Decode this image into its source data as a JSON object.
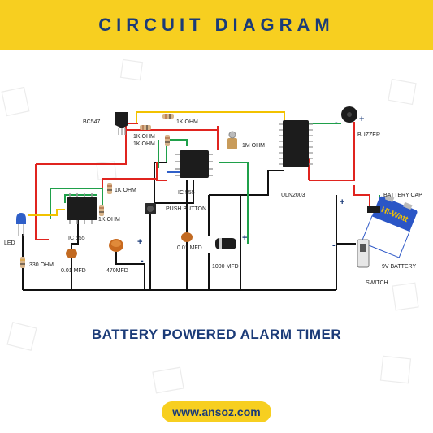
{
  "header": {
    "title": "CIRCUIT DIAGRAM",
    "color": "#f7cf20"
  },
  "subtitle": "BATTERY POWERED ALARM TIMER",
  "footer": {
    "link": "www.ansoz.com"
  },
  "labels": {
    "bc547": "BC547",
    "r1k_a": "1K OHM",
    "r1k_b": "1K OHM",
    "r1k_c": "1K OHM",
    "r1k_d": "1K OHM",
    "r1k_e": "1K OHM",
    "r1m": "1M OHM",
    "ic555_a": "IC 555",
    "ic555_b": "IC 555",
    "uln": "ULN2003",
    "buzzer": "BUZZER",
    "battery_cap": "BATTERY CAP",
    "battery": "9V BATTERY",
    "switch": "SWITCH",
    "led": "LED",
    "r330": "330 OHM",
    "cap001_a": "0.01 MFD",
    "cap001_b": "0.01 MFD",
    "cap470": "470MFD",
    "cap1000": "1000 MFD",
    "push_button": "PUSH BUTTON",
    "battery_brand": "HI-Watt"
  },
  "polarity": {
    "plus": "+",
    "minus": "-"
  },
  "colors": {
    "title": "#1b3b78",
    "wire_black": "#111111",
    "wire_red": "#e0241f",
    "wire_green": "#1fa04a",
    "wire_yellow": "#f2c200",
    "wire_blue": "#2f5fc8"
  }
}
